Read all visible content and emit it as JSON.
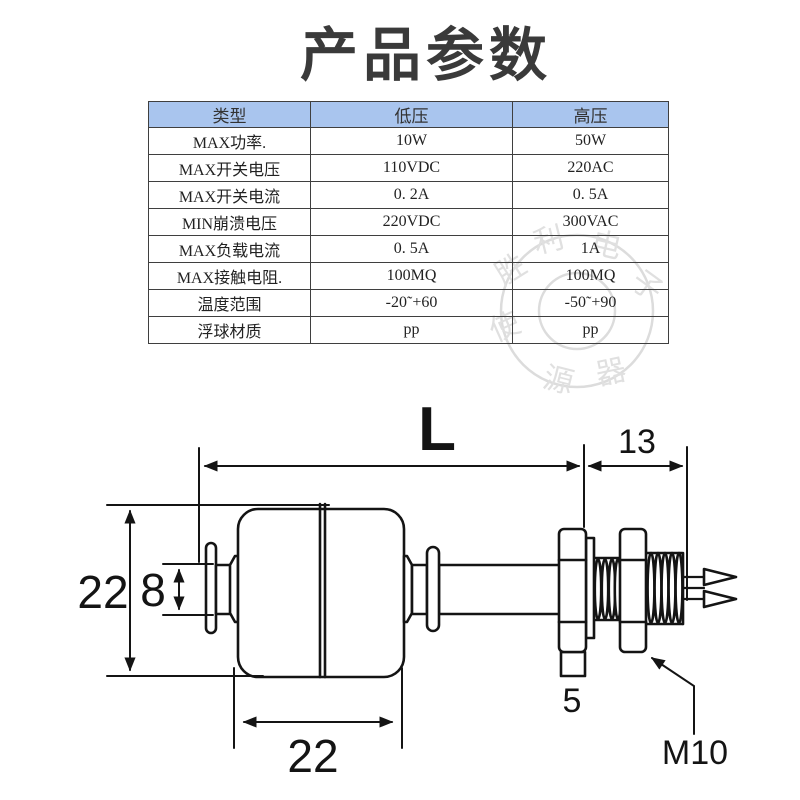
{
  "title": "产品参数",
  "table": {
    "headers": [
      "类型",
      "低压",
      "高压"
    ],
    "rows": [
      {
        "label": "MAX功率.",
        "low": "10W",
        "high": "50W"
      },
      {
        "label": "MAX开关电压",
        "low": "110VDC",
        "high": "220AC"
      },
      {
        "label": "MAX开关电流",
        "low": "0. 2A",
        "high": "0. 5A"
      },
      {
        "label": "MIN崩溃电压",
        "low": "220VDC",
        "high": "300VAC"
      },
      {
        "label": "MAX负载电流",
        "low": "0. 5A",
        "high": "1A"
      },
      {
        "label": "MAX接触电阻.",
        "low": "100MQ",
        "high": "100MQ"
      },
      {
        "label": "温度范围",
        "low": "-20˜+60",
        "high": "-50˜+90"
      },
      {
        "label": "浮球材质",
        "low": "pp",
        "high": "pp"
      }
    ]
  },
  "diagram": {
    "dim_length": "L",
    "dim_thread_length": "13",
    "dim_total_height": "22",
    "dim_stem_height": "8",
    "dim_float_width": "22",
    "dim_plate_thickness": "5",
    "dim_thread_size": "M10"
  },
  "watermark": {
    "chars": [
      "胜",
      "利",
      "电",
      "子",
      "使",
      "源",
      "器"
    ]
  },
  "colors": {
    "header_bg": "#a9c5ee",
    "table_border": "#3f3f3f",
    "title_text": "#3a3a3a",
    "line_art": "#141414",
    "watermark": "#dedede"
  }
}
